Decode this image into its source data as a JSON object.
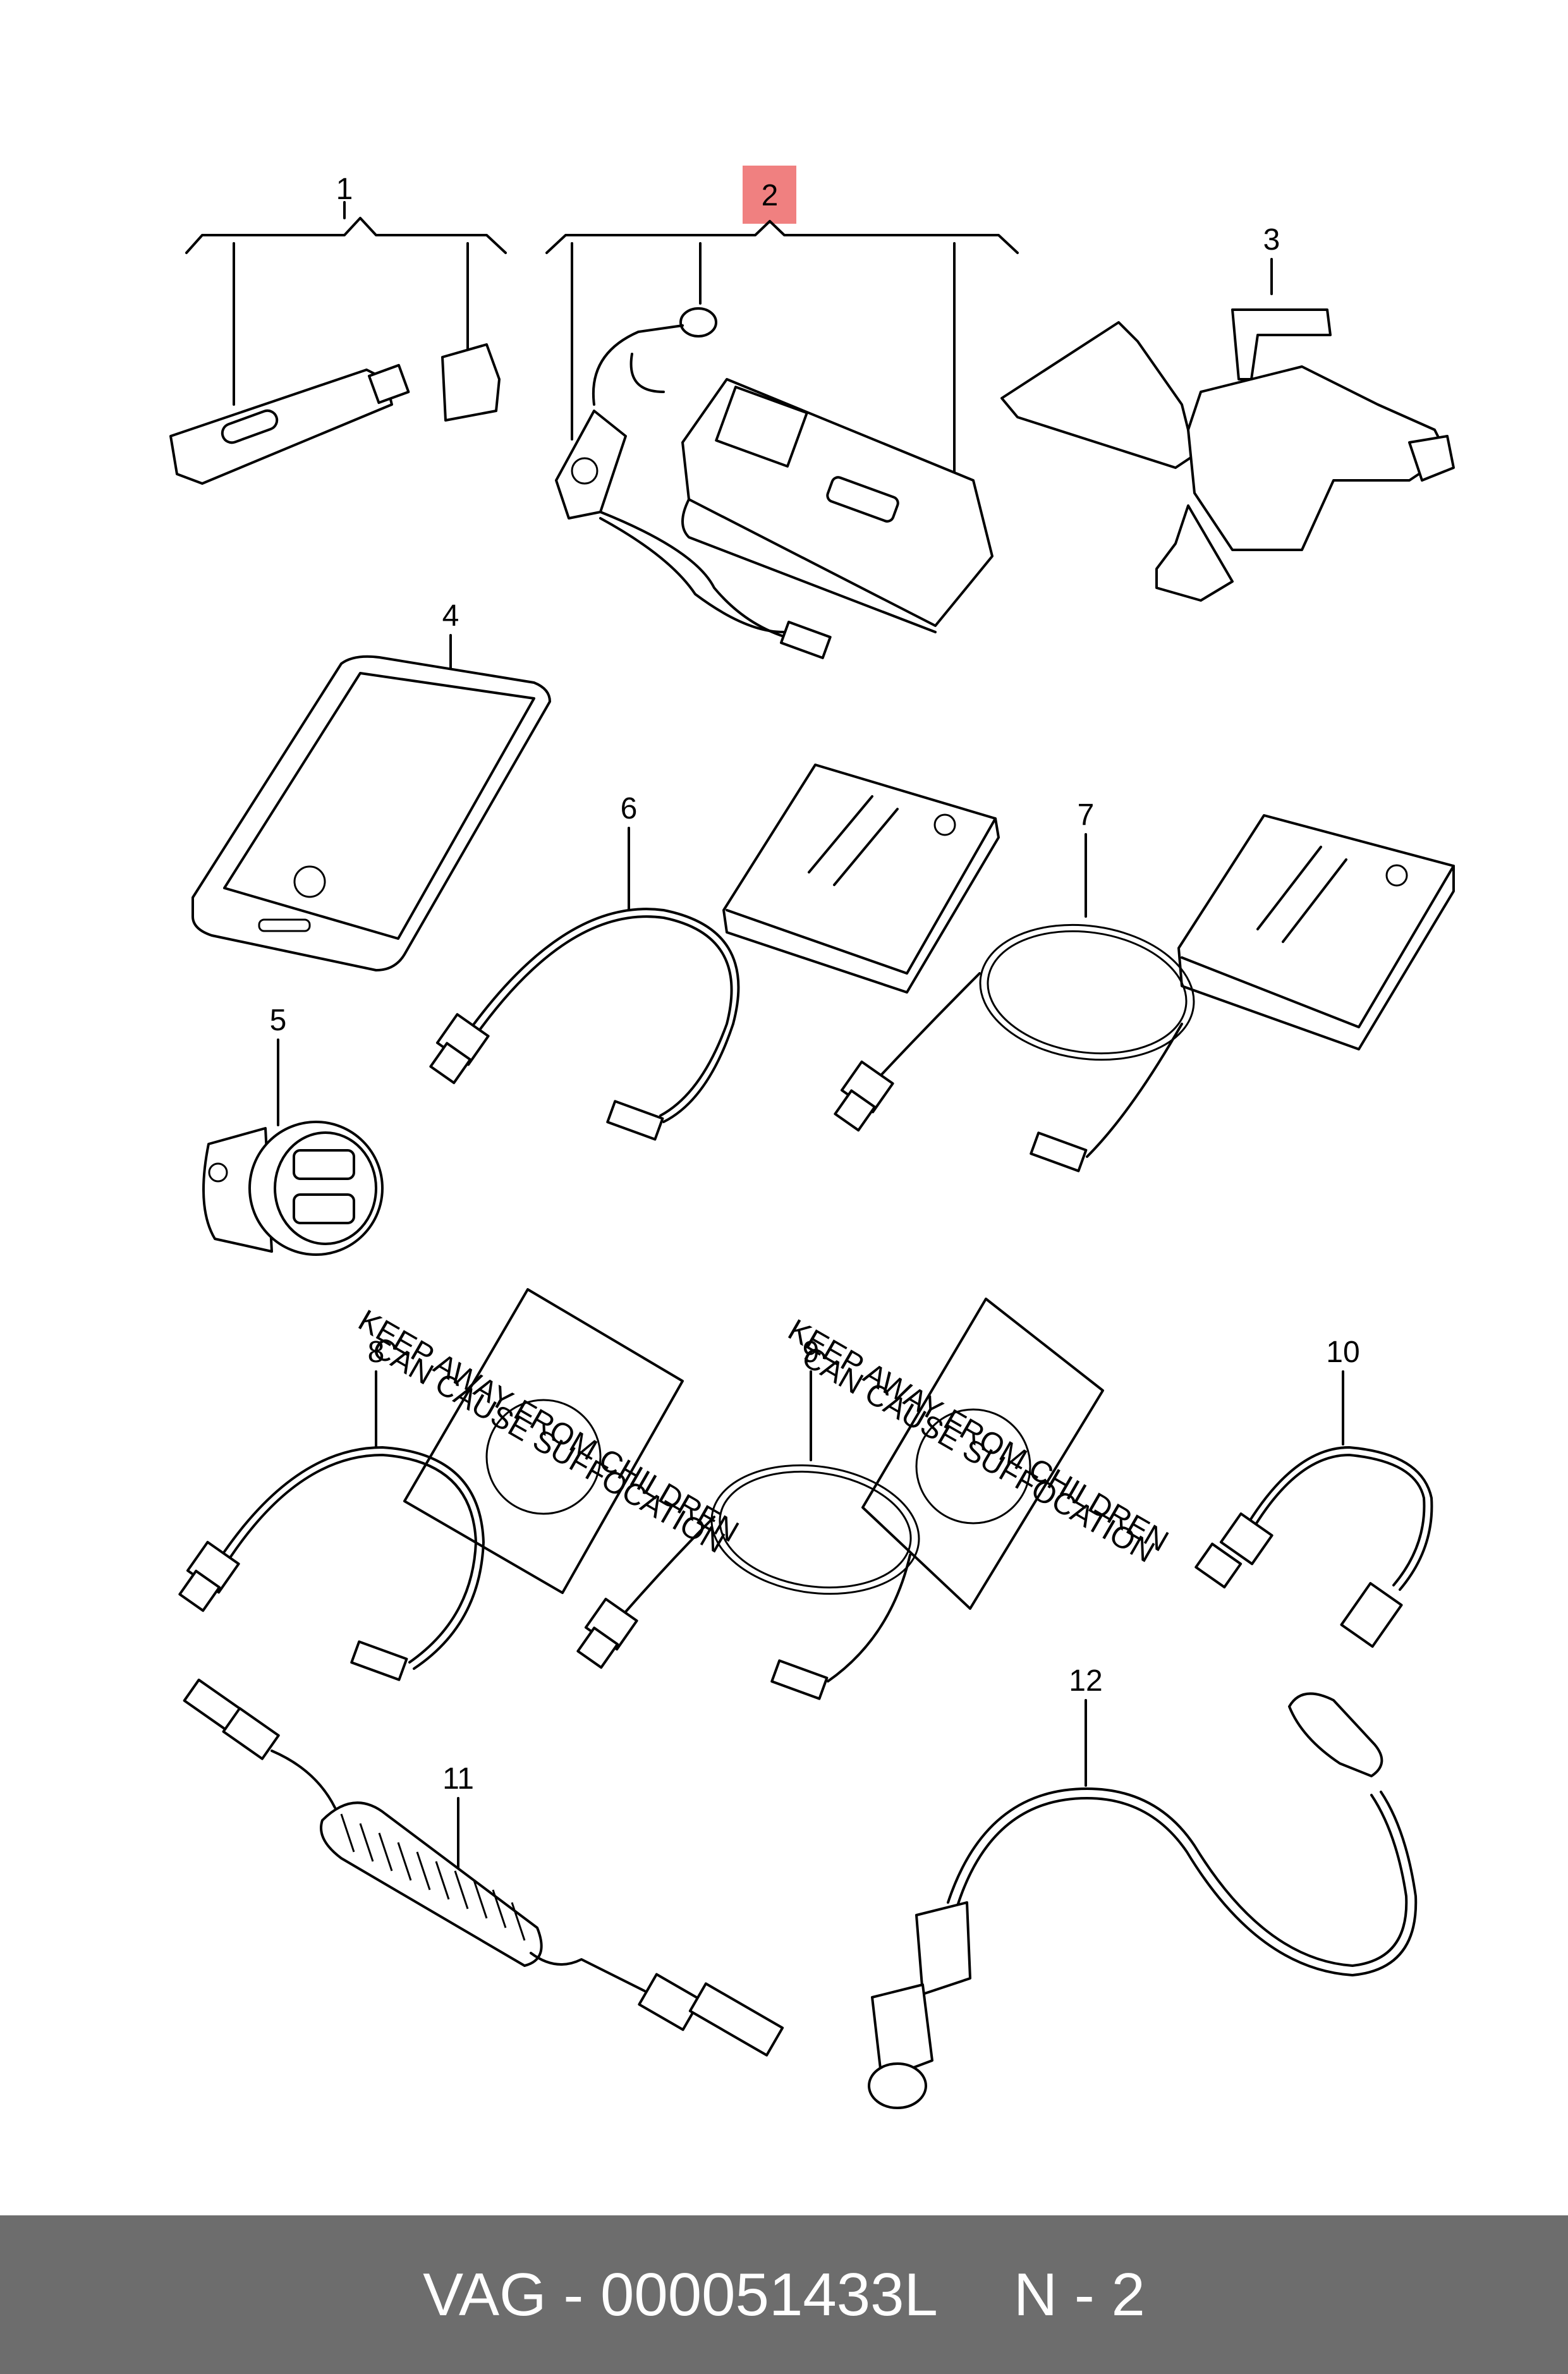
{
  "footer": {
    "part_code": "VAG - 000051433L",
    "page_ref": "N - 2"
  },
  "highlight_color": "#f08080",
  "highlighted_callout": "2",
  "callouts": [
    "1",
    "2",
    "3",
    "4",
    "5",
    "6",
    "7",
    "8",
    "9",
    "10",
    "11",
    "12"
  ],
  "packaging_print": {
    "warning_line_1": "KEEP AWAY FROM CHILDREN",
    "warning_line_2": "CAN CAUSE SUFFOCATION"
  }
}
